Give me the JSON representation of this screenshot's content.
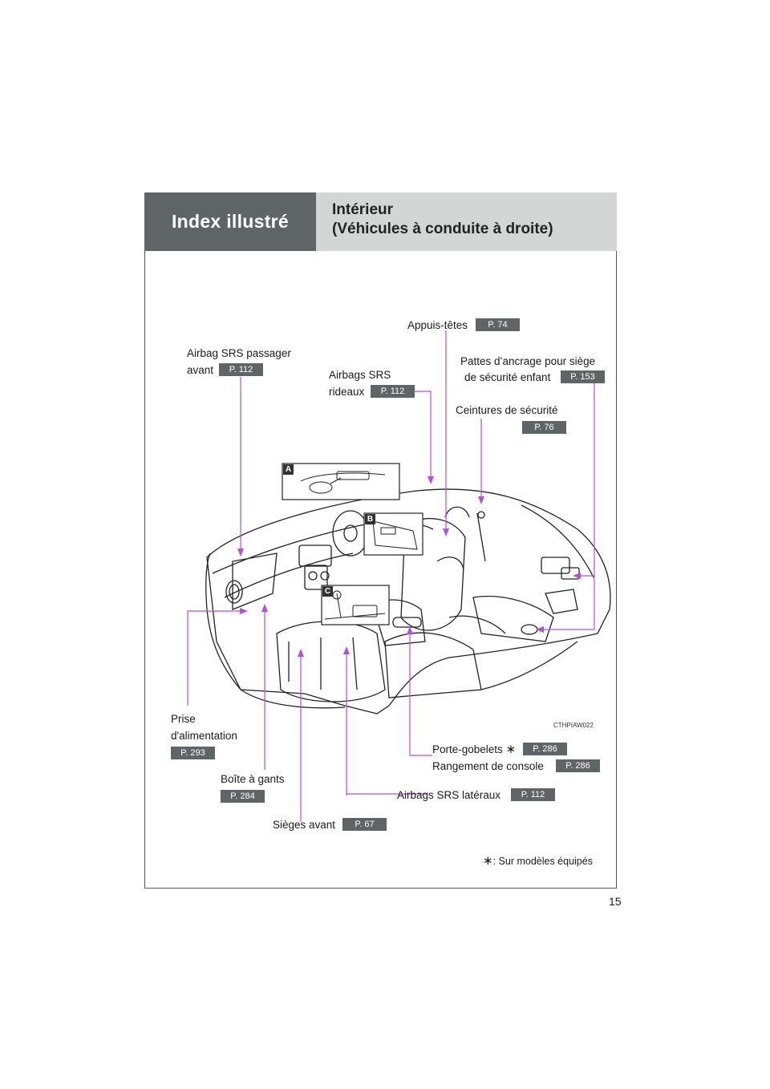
{
  "header": {
    "section": "Index illustré",
    "title_line1": "Intérieur",
    "title_line2": "(Véhicules à conduite à droite)"
  },
  "callouts": {
    "appuis_tetes": {
      "label": "Appuis-têtes",
      "page": "P. 74"
    },
    "airbag_passager": {
      "label_line1": "Airbag SRS passager",
      "label_line2": "avant",
      "page": "P. 112"
    },
    "airbags_rideaux": {
      "label_line1": "Airbags SRS",
      "label_line2": "rideaux",
      "page": "P. 112"
    },
    "pattes_ancrage": {
      "label_line1": "Pattes d’ancrage pour siège",
      "label_line2": "de sécurité enfant",
      "page": "P. 153"
    },
    "ceintures": {
      "label": "Ceintures de sécurité",
      "page": "P. 76"
    },
    "prise": {
      "label_line1": "Prise",
      "label_line2": "d'alimentation",
      "page": "P. 293"
    },
    "boite_gants": {
      "label": "Boîte à gants",
      "page": "P. 284"
    },
    "sieges_avant": {
      "label": "Sièges avant",
      "page": "P. 67"
    },
    "porte_gobelets": {
      "label": "Porte-gobelets",
      "asterisk": "∗",
      "page": "P. 286"
    },
    "rangement_console": {
      "label": "Rangement de console",
      "page": "P. 286"
    },
    "airbags_lateraux": {
      "label": "Airbags SRS latéraux",
      "page": "P. 112"
    }
  },
  "insets": {
    "a": "A",
    "b": "B",
    "c": "C"
  },
  "image_code": "CTHPIAW022",
  "footnote": {
    "asterisk": "∗",
    "text": ": Sur modèles équipés"
  },
  "page_number": "15",
  "colors": {
    "header_dark": "#5f6466",
    "header_light": "#d4d6d6",
    "leader_line": "#b44ee0"
  }
}
